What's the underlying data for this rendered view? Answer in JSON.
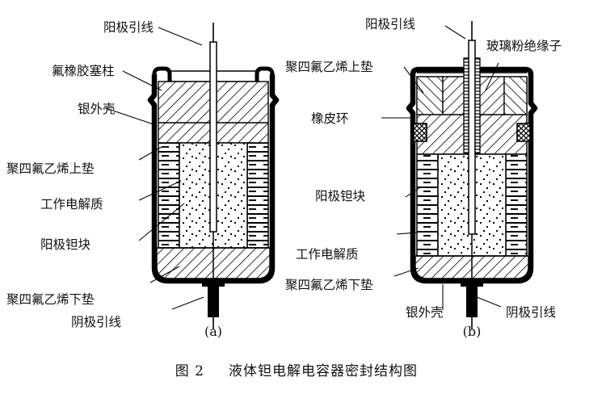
{
  "figure": {
    "caption_number": "图 2",
    "caption_text": "液体钽电解电容器密封结构图"
  },
  "colors": {
    "ink": "#000000",
    "background": "#ffffff",
    "shell": "#000000",
    "hatch": "#000000"
  },
  "diagram_a": {
    "sublabel": "(a)",
    "labels": {
      "anode_lead": "阳极引线",
      "fluoro_rubber_plug": "氟橡胶塞柱",
      "silver_case": "银外壳",
      "ptfe_upper_pad": "聚四氟乙烯上垫",
      "working_electrolyte": "工作电解质",
      "anode_tantalum_block": "阳极钽块",
      "ptfe_lower_pad": "聚四氟乙烯下垫",
      "cathode_lead": "阴极引线"
    }
  },
  "diagram_b": {
    "sublabel": "(b)",
    "labels": {
      "anode_lead": "阳极引线",
      "glass_powder_insulator": "玻璃粉绝缘子",
      "ptfe_upper_pad": "聚四氟乙烯上垫",
      "rubber_ring": "橡皮环",
      "anode_tantalum_block": "阳极钽块",
      "working_electrolyte": "工作电解质",
      "ptfe_lower_pad": "聚四氟乙烯下垫",
      "silver_case": "银外壳",
      "cathode_lead": "阴极引线"
    }
  }
}
